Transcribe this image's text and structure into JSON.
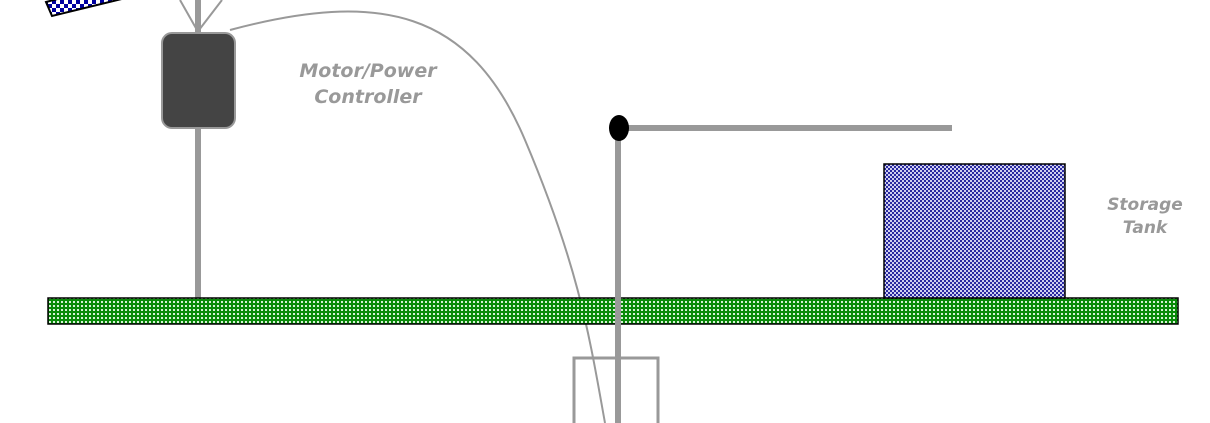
{
  "labels": {
    "controller_line1": "Motor/Power",
    "controller_line2": "Controller",
    "tank_line1": "Storage",
    "tank_line2": "Tank"
  },
  "colors": {
    "ground": "#0a8a0a",
    "tank": "#2a2aa0",
    "panel": "#0000a0",
    "pipe": "#999999",
    "controller": "#444444"
  }
}
